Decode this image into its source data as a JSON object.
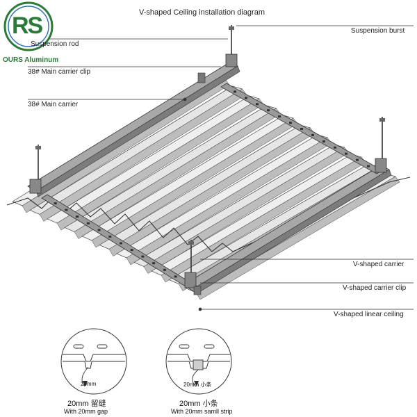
{
  "title": "V-shaped Ceiling installation diagram",
  "logo": {
    "brand": "OURS Aluminum",
    "mark": "RS"
  },
  "labels": {
    "suspension_rod": "Suspension rod",
    "main_carrier_clip": "38# Main carrier clip",
    "main_carrier": "38# Main carrier",
    "suspension_burst": "Suspension burst",
    "v_carrier": "V-shaped carrier",
    "v_carrier_clip": "V-shaped carrier clip",
    "v_linear_ceiling": "V-shaped linear ceiling"
  },
  "details": [
    {
      "dimension": "20mm",
      "caption": "20mm  留缝",
      "subcaption": "With 20mm gap"
    },
    {
      "dimension": "20mm 小条",
      "caption": "20mm  小条",
      "subcaption": "With 20mm samll strip"
    }
  ],
  "colors": {
    "logo_green": "#2b7a3a",
    "logo_blue": "#2a6fb4",
    "line": "#333333",
    "panel": "#e9e9e9",
    "panel_shadow": "#b9b9b9"
  }
}
